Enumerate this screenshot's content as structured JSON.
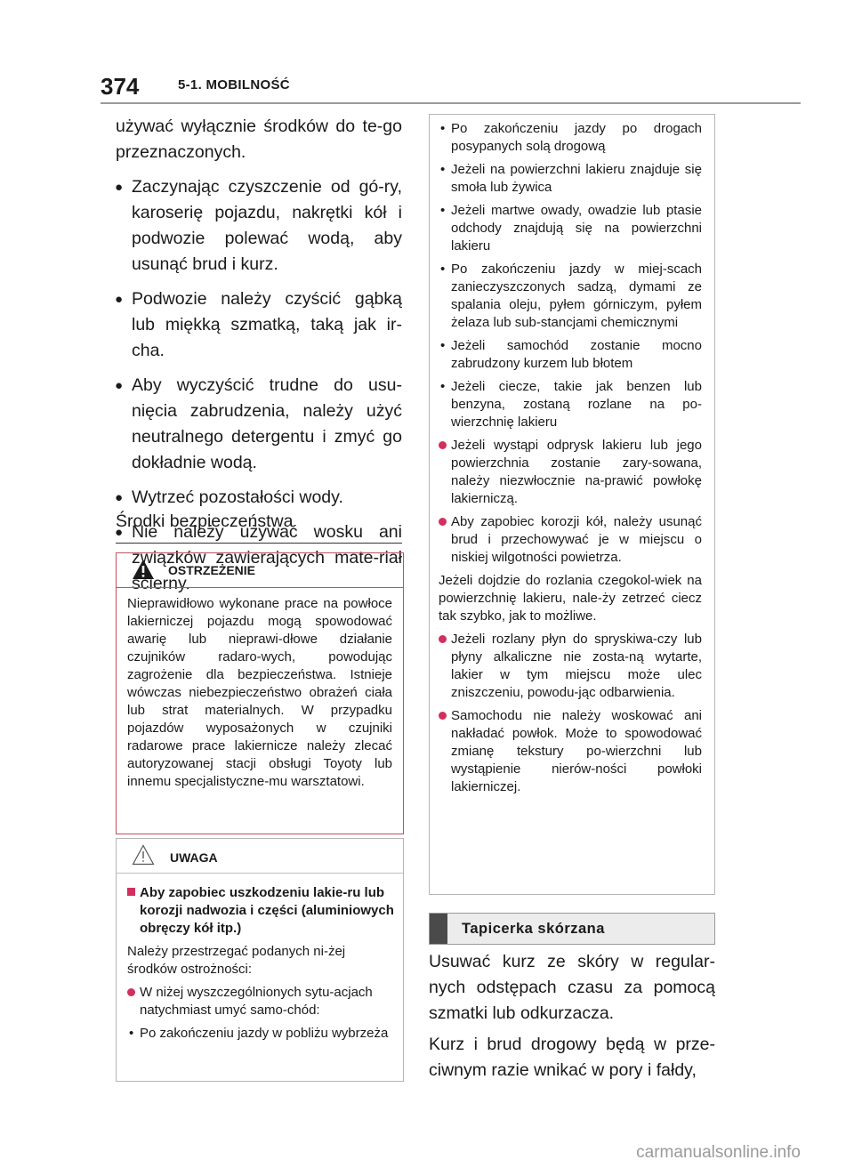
{
  "header": {
    "page_number": "374",
    "section": "5-1. MOBILNOŚĆ"
  },
  "left": {
    "intro": "używać wyłącznie środków do te-go przeznaczonych.",
    "bullets": [
      "Zaczynając czyszczenie od gó-ry, karoserię pojazdu, nakrętki kół i podwozie polewać wodą, aby usunąć brud i kurz.",
      "Podwozie należy czyścić gąbką lub miękką szmatką, taką jak ir-cha.",
      "Aby wyczyścić trudne do usu-nięcia zabrudzenia, należy użyć neutralnego detergentu i zmyć go dokładnie wodą.",
      "Wytrzeć pozostałości wody.",
      "Nie należy używać wosku ani związków zawierających mate-riał ścierny."
    ],
    "safety_heading": "Środki bezpieczeństwa"
  },
  "warning": {
    "label": "OSTRZEŻENIE",
    "text": "Nieprawidłowo wykonane prace na powłoce lakierniczej pojazdu mogą spowodować awarię lub nieprawi-dłowe działanie czujników radaro-wych, powodując zagrożenie dla bezpieczeństwa. Istnieje wówczas niebezpieczeństwo obrażeń ciała lub strat materialnych. W przypadku pojazdów wyposażonych w czujniki radarowe prace lakiernicze należy zlecać autoryzowanej stacji obsługi Toyoty lub innemu specjalistyczne-mu warsztatowi."
  },
  "notice": {
    "label": "UWAGA",
    "title": "Aby zapobiec uszkodzeniu lakie-ru lub korozji nadwozia i części (aluminiowych obręczy kół itp.)",
    "intro": "Należy przestrzegać podanych ni-żej środków ostrożności:",
    "item1": "W niżej wyszczególnionych sytu-acjach natychmiast umyć samo-chód:",
    "sub1": "Po zakończeniu jazdy w pobliżu wybrzeża"
  },
  "right_box": {
    "subitems": [
      "Po zakończeniu jazdy po drogach posypanych solą drogową",
      "Jeżeli na powierzchni lakieru znajduje się smoła lub żywica",
      "Jeżeli martwe owady, owadzie lub ptasie odchody znajdują się na powierzchni lakieru",
      "Po zakończeniu jazdy w miej-scach zanieczyszczonych sadzą, dymami ze spalania oleju, pyłem górniczym, pyłem żelaza lub sub-stancjami chemicznymi",
      "Jeżeli samochód zostanie mocno zabrudzony kurzem lub błotem",
      "Jeżeli ciecze, takie jak benzen lub benzyna, zostaną rozlane na po-wierzchnię lakieru"
    ],
    "dot_items": [
      "Jeżeli wystąpi odprysk lakieru lub jego powierzchnia zostanie zary-sowana, należy niezwłocznie na-prawić powłokę lakierniczą.",
      "Aby zapobiec korozji kół, należy usunąć brud i przechowywać je w miejscu o niskiej wilgotności powietrza."
    ],
    "paragraph": "Jeżeli dojdzie do rozlania czegokol-wiek na powierzchnię lakieru, nale-ży zetrzeć ciecz tak szybko, jak to możliwe.",
    "dot_items2": [
      "Jeżeli rozlany płyn do spryskiwa-czy lub płyny alkaliczne nie zosta-ną wytarte, lakier w tym miejscu może ulec zniszczeniu, powodu-jąc odbarwienia.",
      "Samochodu nie należy woskować ani nakładać powłok. Może to spowodować zmianę tekstury po-wierzchni lub wystąpienie nierów-ności powłoki lakierniczej."
    ]
  },
  "upholstery": {
    "title": "Tapicerka skórzana",
    "p1": "Usuwać kurz ze skóry w regular-nych odstępach czasu za pomocą szmatki lub odkurzacza.",
    "p2": "Kurz i brud drogowy będą w prze-ciwnym razie wnikać w pory i fałdy,"
  },
  "watermark": "carmanualsonline.info",
  "colors": {
    "accent": "#d12f5e",
    "warning_border": "#c0505c"
  }
}
